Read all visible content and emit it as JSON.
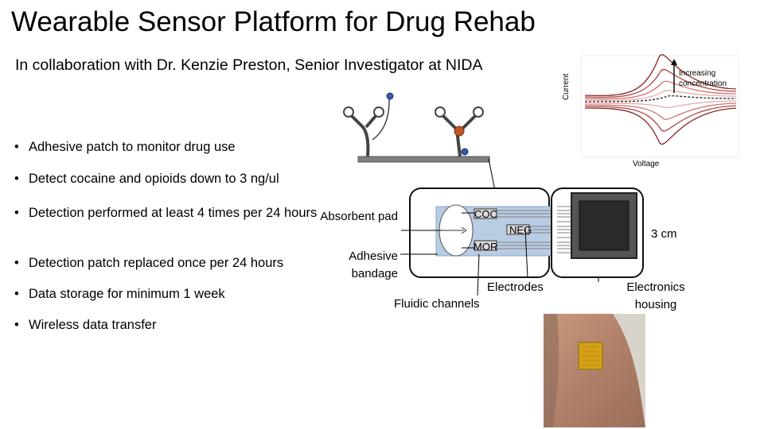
{
  "slide": {
    "title": "Wearable Sensor Platform for Drug Rehab",
    "subtitle": "In collaboration with Dr. Kenzie Preston, Senior Investigator at NIDA",
    "bullets": [
      "Adhesive patch to monitor drug use",
      "Detect cocaine and opioids down to 3 ng/ul",
      "Detection performed at least 4 times per 24 hours",
      "Detection patch replaced once per 24 hours",
      "Data storage for minimum 1 week",
      "Wireless data transfer"
    ]
  },
  "diagram": {
    "absorbent_pad": "Absorbent pad",
    "adhesive_bandage": "Adhesive bandage",
    "electrode_coc": "COC",
    "electrode_neg": "NEG",
    "electrode_mor": "MOR",
    "electrodes": "Electrodes",
    "fluidic_channels": "Fluidic channels",
    "size": "3 cm",
    "electronics_housing": "Electronics housing"
  },
  "voltammogram": {
    "y_label": "Current",
    "x_label": "Voltage",
    "arrow_label": "Increasing concentration"
  },
  "colors": {
    "curve_dark": "#8b2323",
    "curve_light": "#e8a8a8",
    "channel_fill": "#b8cce4",
    "skin": "#b98a6e",
    "patch": "#d4a017"
  }
}
